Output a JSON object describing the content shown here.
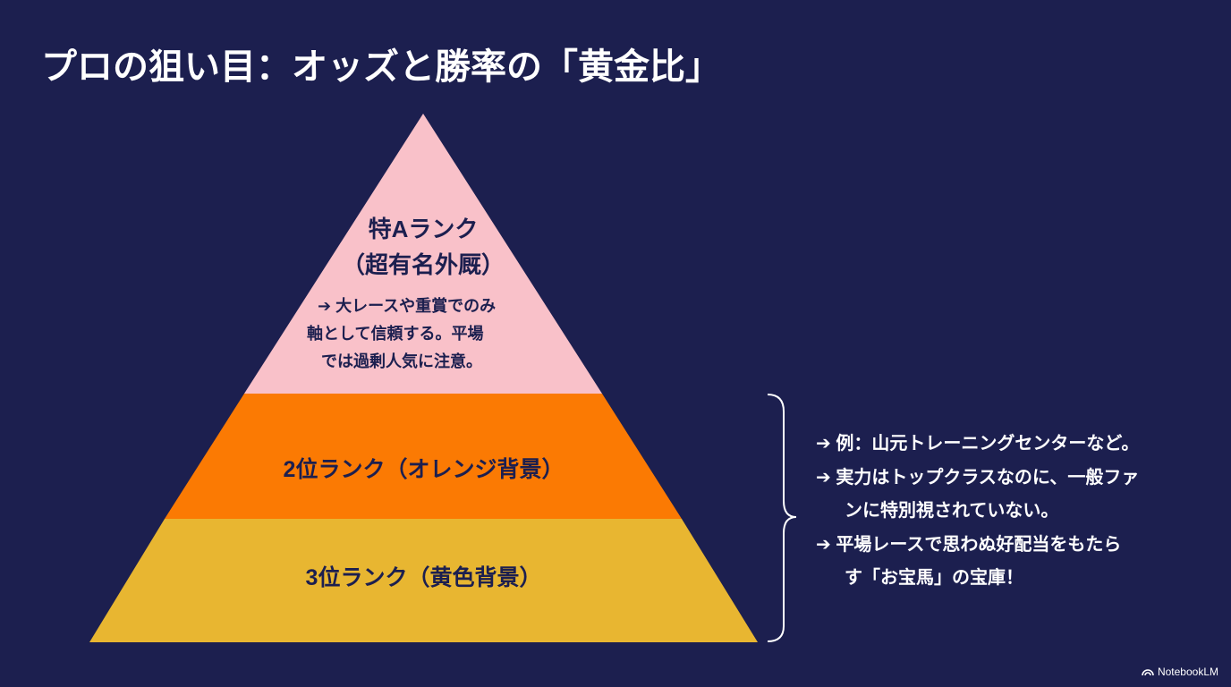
{
  "title": "プロの狙い目：オッズと勝率の「黄金比」",
  "pyramid": {
    "top": {
      "label": "特Aランク",
      "sub": "（超有名外厩）",
      "desc": [
        "➔ 大レースや重賞でのみ",
        "軸として信頼する。平場",
        "では過剰人気に注意。"
      ],
      "color": "#f9c1c9"
    },
    "middle": {
      "label": "2位ランク（オレンジ背景）",
      "color": "#fb7a03"
    },
    "bottom": {
      "label": "3位ランク（黄色背景）",
      "color": "#e8b631"
    }
  },
  "notes": [
    "➔ 例：山元トレーニングセンターなど。",
    "➔ 実力はトップクラスなのに、一般ファ",
    "ンに特別視されていない。",
    "➔ 平場レースで思わぬ好配当をもたら",
    "す「お宝馬」の宝庫！"
  ],
  "branding": "NotebookLM"
}
